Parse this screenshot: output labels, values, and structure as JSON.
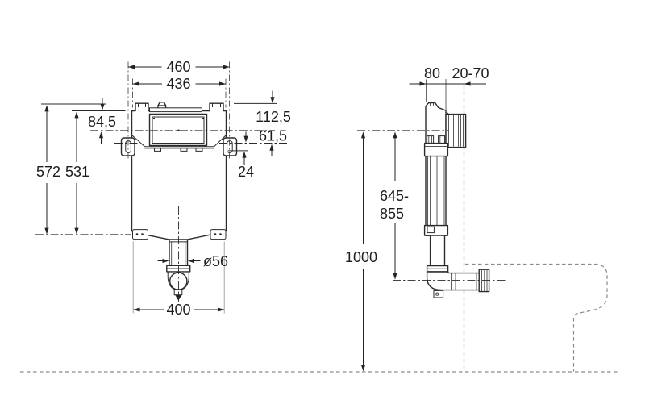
{
  "front_view": {
    "overall_width": "460",
    "body_width": "436",
    "top_to_bracket_axis": "112,5",
    "top_to_center": "84,5",
    "center_to_bracket_axis": "61,5",
    "bracket_axis_offset": "24",
    "overall_height": "572",
    "body_height": "531",
    "outlet_diameter": "ø56",
    "bottom_fixing_width": "400"
  },
  "side_view": {
    "depth": "80",
    "wall_finish_range": "20-70",
    "bend_height_range_line1": "645-",
    "bend_height_range_line2": "855",
    "installation_height": "1000"
  },
  "colors": {
    "line": "#2b2b2b",
    "dimension_text": "#1d1d1d",
    "reference_dashed": "#8a8a8a"
  }
}
